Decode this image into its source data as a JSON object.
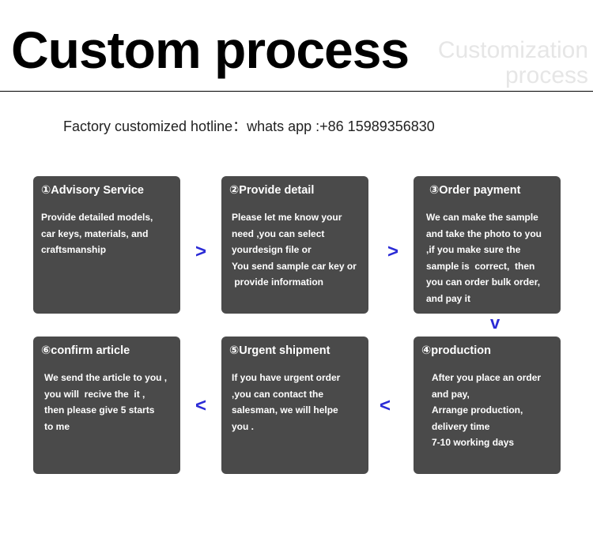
{
  "header": {
    "title": "Custom process",
    "subtitle_lines": [
      "Customization",
      "process"
    ]
  },
  "hotline": "Factory customized hotline：whats app :+86 15989356830",
  "arrows": {
    "right": ">",
    "left": "<",
    "down": "v"
  },
  "steps": [
    {
      "title": "①Advisory Service",
      "body": [
        "Provide detailed models,",
        "car keys, materials, and",
        "craftsmanship"
      ]
    },
    {
      "title": "②Provide detail",
      "body": [
        "Please let me know your",
        "need ,you can select",
        "yourdesign file or",
        "You send sample car key or",
        " provide information"
      ]
    },
    {
      "title": "③Order payment",
      "body": [
        "We can make the sample",
        "and take the photo to you",
        ",if you make sure the",
        "sample is  correct,  then",
        "you can order bulk order,",
        "and pay it"
      ]
    },
    {
      "title": "④production",
      "body": [
        "After you place an order",
        "and pay,",
        "Arrange production,",
        "delivery time",
        "7-10 working days"
      ]
    },
    {
      "title": "⑤Urgent shipment",
      "body": [
        "If you have urgent order",
        ",you can contact the",
        "salesman, we will helpe",
        "you ."
      ]
    },
    {
      "title": "⑥confirm article",
      "body": [
        "We send the article to you ,",
        "you will  recive the  it ,",
        "then please give 5 starts",
        "to me"
      ]
    }
  ]
}
